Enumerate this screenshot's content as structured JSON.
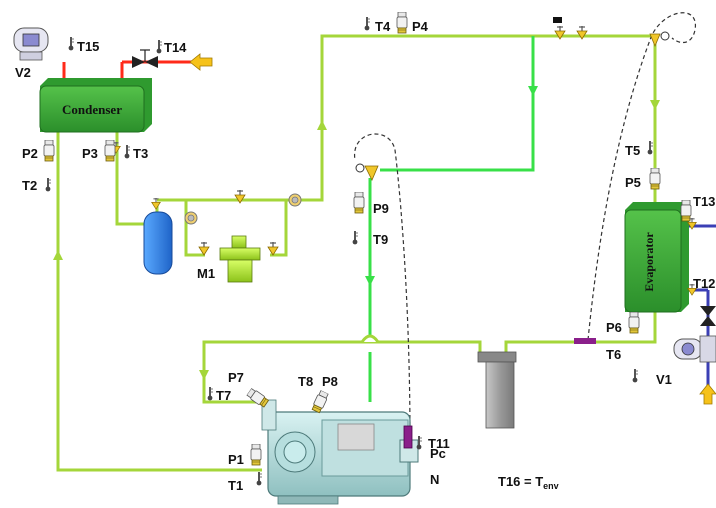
{
  "components": {
    "condenser": "Condenser",
    "evaporator": "Evaporator"
  },
  "labels": {
    "V1": "V1",
    "V2": "V2",
    "M1": "M1",
    "T1": "T1",
    "T2": "T2",
    "T3": "T3",
    "T4": "T4",
    "T5": "T5",
    "T6": "T6",
    "T7": "T7",
    "T8": "T8",
    "T9": "T9",
    "T11": "T11",
    "T12": "T12",
    "T13": "T13",
    "T14": "T14",
    "T15": "T15",
    "P1": "P1",
    "P2": "P2",
    "P3": "P3",
    "P4": "P4",
    "P5": "P5",
    "P6": "P6",
    "P7": "P7",
    "P8": "P8",
    "P9": "P9",
    "Pc": "Pc",
    "N": "N"
  },
  "equation": {
    "lhs": "T16 = T",
    "subscript": "env"
  },
  "colors": {
    "component_green": "#35a635",
    "pipe_main": "#a4d63a",
    "pipe_bright": "#38e048",
    "pipe_hot": "#ff2a1a",
    "pipe_water": "#3b3fb5",
    "receiver": "#2f7fe0",
    "flowmeter": "#a8e02a",
    "flow_arrow": "#f6c21a"
  }
}
